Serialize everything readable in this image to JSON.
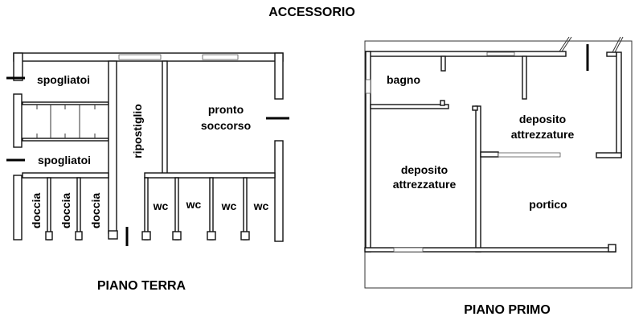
{
  "title": "ACCESSORIO",
  "ground_floor": {
    "title": "PIANO TERRA",
    "rooms": {
      "changing_room_1": "spogliatoi",
      "changing_room_2": "spogliatoi",
      "storage": "ripostiglio",
      "first_aid_line1": "pronto",
      "first_aid_line2": "soccorso",
      "showers": [
        "doccia",
        "doccia",
        "doccia"
      ],
      "toilets": [
        "wc",
        "wc",
        "wc",
        "wc"
      ]
    }
  },
  "first_floor": {
    "title": "PIANO PRIMO",
    "rooms": {
      "bathroom": "bagno",
      "storage_upper_line1": "deposito",
      "storage_upper_line2": "attrezzature",
      "storage_left_line1": "deposito",
      "storage_left_line2": "attrezzature",
      "porch": "portico"
    }
  }
}
